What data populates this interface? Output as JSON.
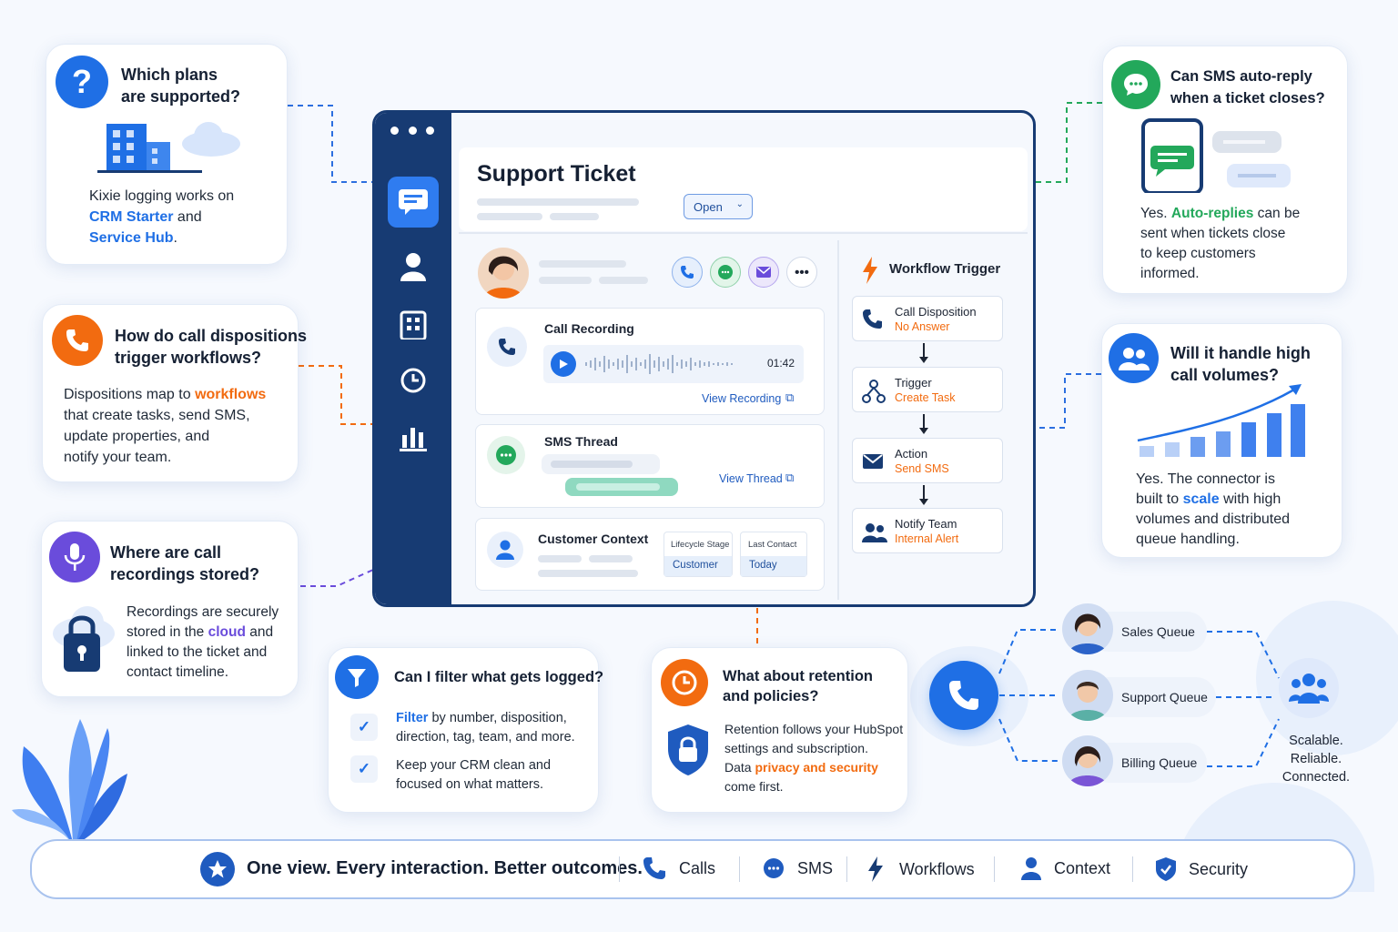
{
  "ticket": {
    "title": "Support Ticket",
    "status": "Open",
    "call_recording": {
      "title": "Call Recording",
      "duration": "01:42",
      "link": "View Recording"
    },
    "sms_thread": {
      "title": "SMS Thread",
      "link": "View Thread"
    },
    "customer_context": {
      "title": "Customer Context",
      "lifecycle_label": "Lifecycle Stage",
      "lifecycle_value": "Customer",
      "last_contact_label": "Last Contact",
      "last_contact_value": "Today"
    },
    "workflow": {
      "title": "Workflow Trigger",
      "steps": [
        {
          "title": "Call Disposition",
          "sub": "No Answer"
        },
        {
          "title": "Trigger",
          "sub": "Create Task"
        },
        {
          "title": "Action",
          "sub": "Send SMS"
        },
        {
          "title": "Notify Team",
          "sub": "Internal Alert"
        }
      ]
    }
  },
  "faq": {
    "plans": {
      "q1": "Which plans",
      "q2": "are supported?",
      "b1": "Kixie logging works on",
      "b2a": "CRM Starter",
      "b2b": " and",
      "b3": "Service Hub",
      "b3b": "."
    },
    "dispositions": {
      "q1": "How do call dispositions",
      "q2": "trigger workflows?",
      "b1a": "Dispositions map to ",
      "b1b": "workflows",
      "b2": "that create tasks, send SMS,",
      "b3": "update properties, and",
      "b4": "notify your team."
    },
    "recordings": {
      "q1": "Where are call",
      "q2": "recordings stored?",
      "b1": "Recordings are securely",
      "b2a": "stored in the ",
      "b2b": "cloud",
      "b2c": " and",
      "b3": "linked to the ticket and",
      "b4": "contact timeline."
    },
    "filter": {
      "q": "Can I filter what gets logged?",
      "b1a": "Filter",
      "b1b": " by number, disposition,",
      "b2": "direction, tag, team, and more.",
      "b3": "Keep your CRM clean and",
      "b4": "focused on what matters."
    },
    "retention": {
      "q1": "What about retention",
      "q2": "and policies?",
      "b1": "Retention follows your HubSpot",
      "b2": "settings and subscription.",
      "b3a": "Data ",
      "b3b": "privacy and security",
      "b4": "come first."
    },
    "sms": {
      "q1": "Can SMS auto-reply",
      "q2": "when a ticket closes?",
      "b1a": "Yes. ",
      "b1b": "Auto-replies",
      "b1c": " can be",
      "b2": "sent when tickets close",
      "b3": "to keep customers",
      "b4": "informed."
    },
    "volume": {
      "q1": "Will it handle high",
      "q2": "call volumes?",
      "b1": "Yes. The connector is",
      "b2a": "built to ",
      "b2b": "scale",
      "b2c": " with high",
      "b3": "volumes and distributed",
      "b4": "queue handling."
    }
  },
  "queues": [
    "Sales Queue",
    "Support Queue",
    "Billing Queue"
  ],
  "scalable": [
    "Scalable.",
    "Reliable.",
    "Connected."
  ],
  "footer": {
    "tagline": "One view. Every interaction. Better outcomes.",
    "items": [
      "Calls",
      "SMS",
      "Workflows",
      "Context",
      "Security"
    ]
  },
  "colors": {
    "primary": "#1f6fe5",
    "navy": "#173b73",
    "orange": "#f26b10",
    "green": "#23a85b",
    "purple": "#6a4cdb"
  }
}
